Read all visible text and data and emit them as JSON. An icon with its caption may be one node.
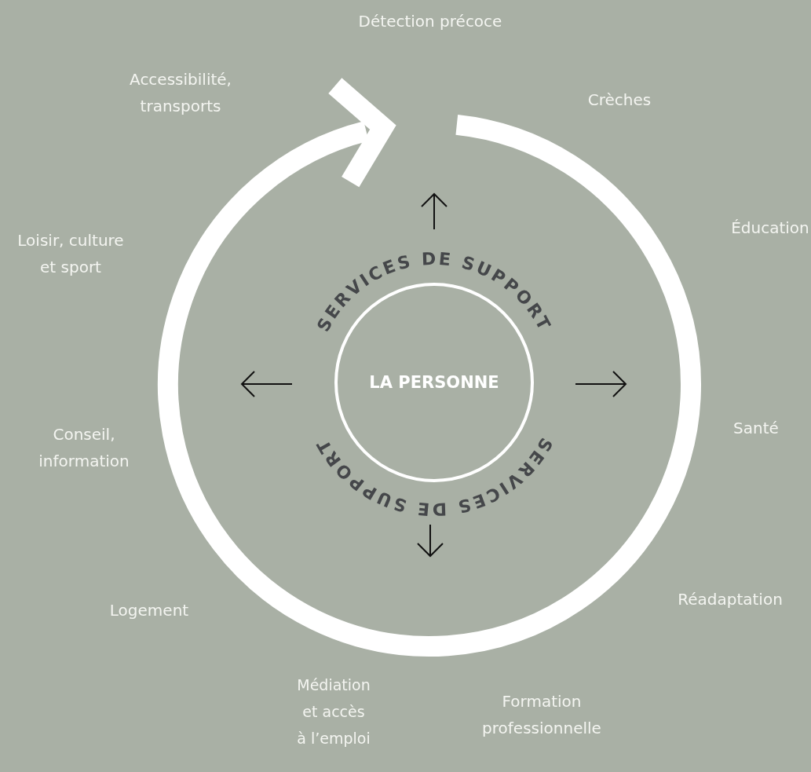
{
  "diagram": {
    "nodes": [
      {
        "text": [
          "LA PERSONNE"
        ]
      }
    ],
    "labels": [
      "Détection précoce",
      "Accessibilité, transports",
      "Crèches",
      "Loisir, culture et sport",
      "Éducation",
      "SERVICES DE SUPPORT",
      "SERVICES DE SUPPORT",
      "Santé",
      "Conseil, information",
      "Réadaptation",
      "Logement",
      "Médiation et accès à l’emploi",
      "Formation professionnelle"
    ]
  }
}
